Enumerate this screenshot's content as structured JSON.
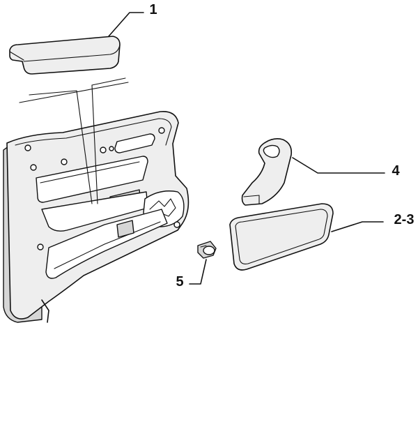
{
  "callouts": [
    {
      "id": "1",
      "label": "1",
      "part": "armrest-pad"
    },
    {
      "id": "4",
      "label": "4",
      "part": "pull-handle"
    },
    {
      "id": "2-3",
      "label": "2-3",
      "part": "pocket-trim-panel"
    },
    {
      "id": "5",
      "label": "5",
      "part": "clip-fastener"
    }
  ],
  "colors": {
    "line": "#111111",
    "fill": "#eeeeee",
    "shade": "#d6d6d6"
  }
}
